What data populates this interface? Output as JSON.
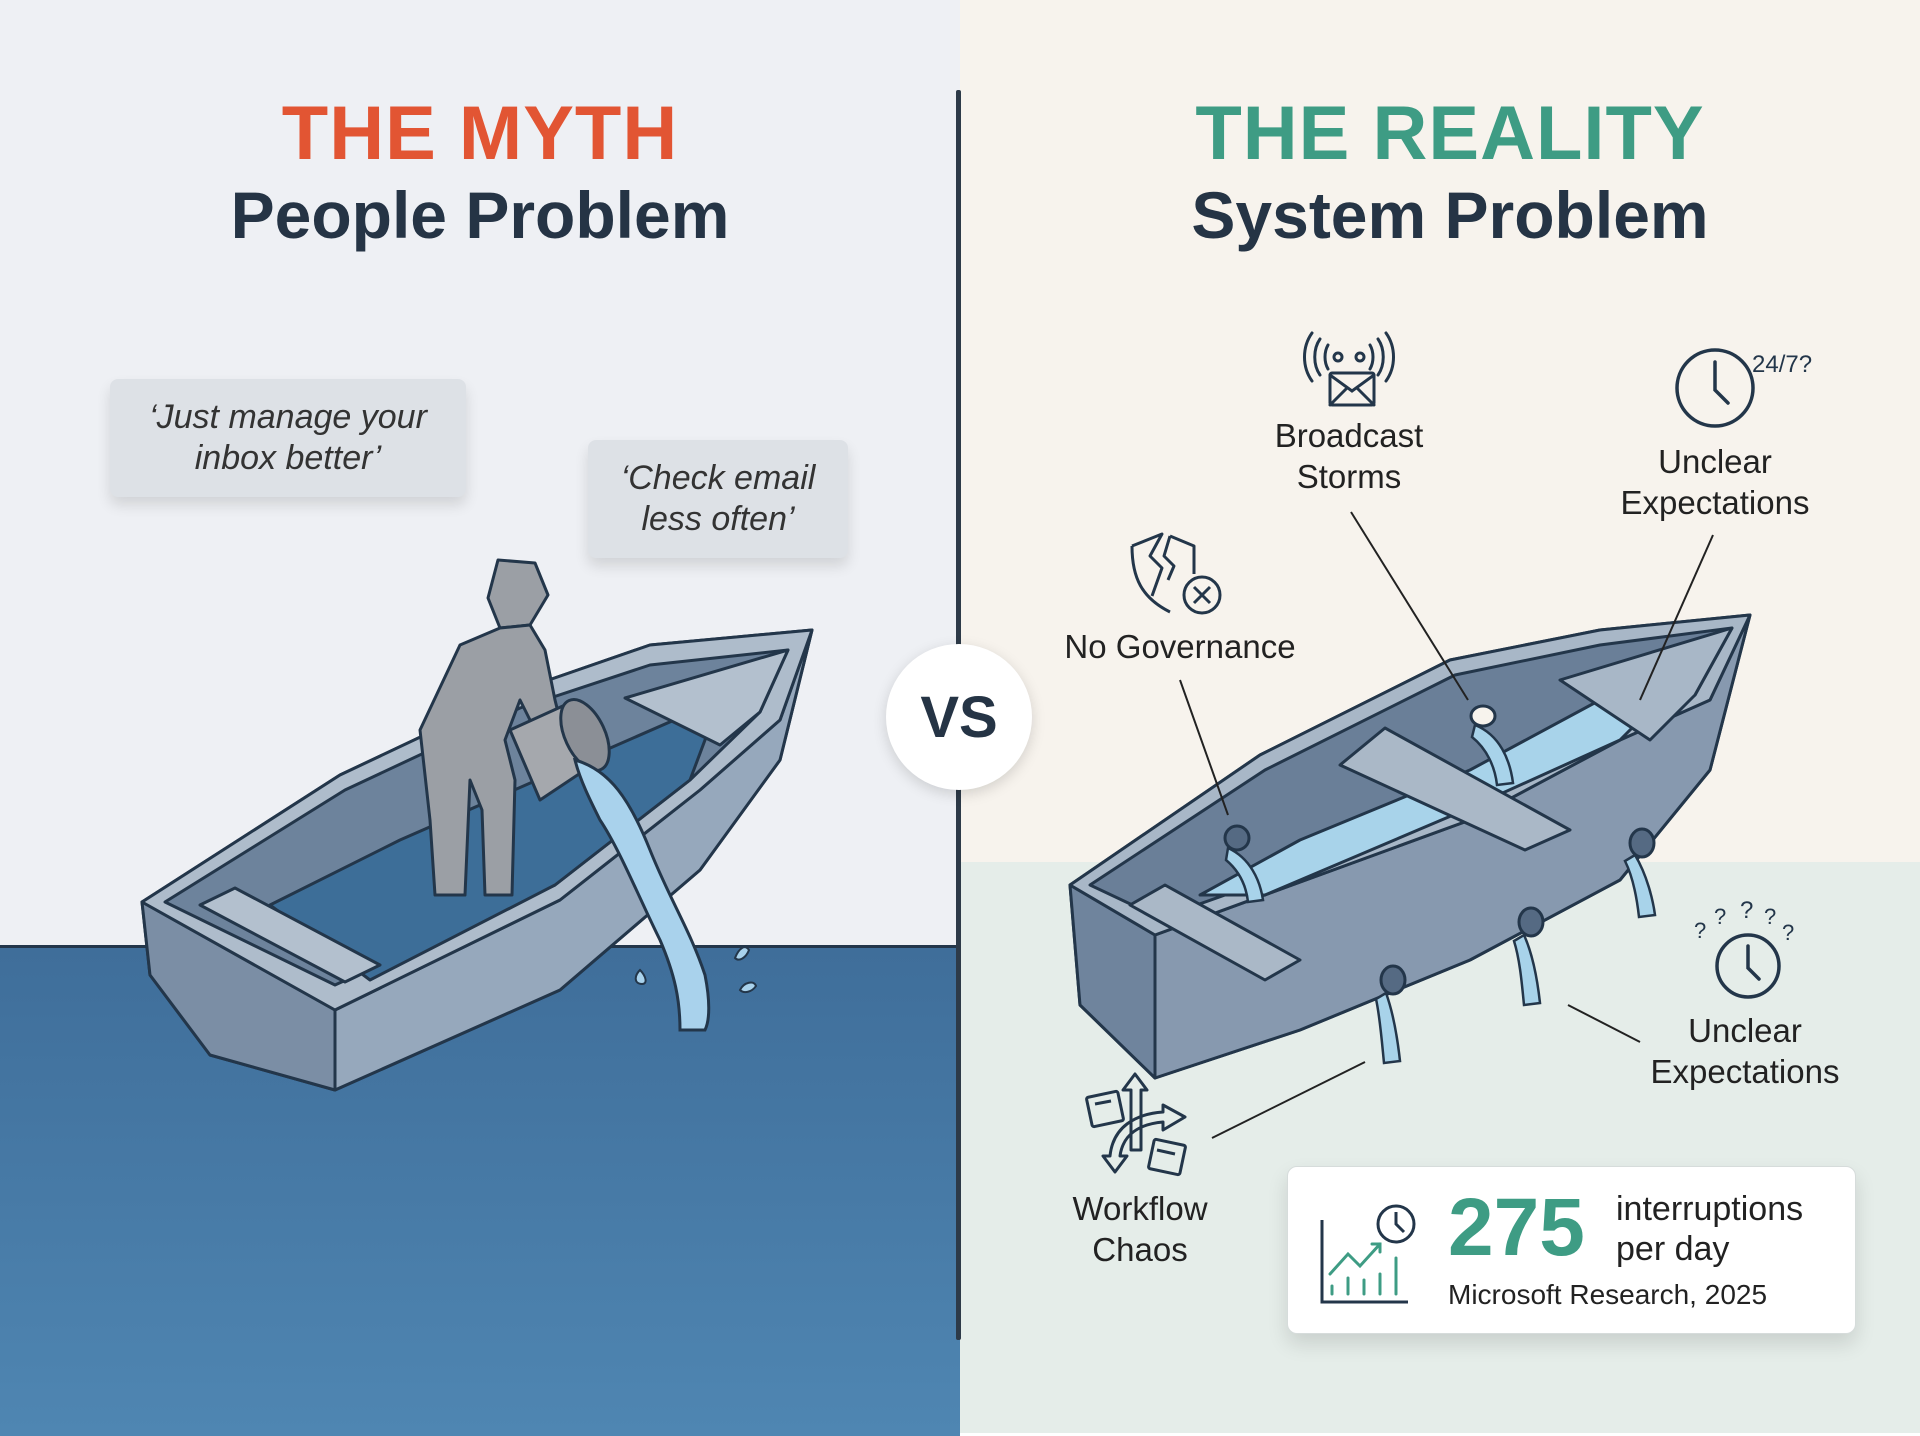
{
  "left": {
    "kicker": "THE MYTH",
    "subtitle": "People Problem",
    "kicker_color": "#e25533",
    "quotes": [
      {
        "line1": "‘Just manage your",
        "line2": "inbox better’"
      },
      {
        "line1": "‘Check email",
        "line2": "less often’"
      }
    ]
  },
  "vs_label": "VS",
  "right": {
    "kicker": "THE REALITY",
    "subtitle": "System Problem",
    "kicker_color": "#3e9c84",
    "callouts": [
      {
        "line1": "Broadcast",
        "line2": "Storms",
        "icon": "broadcast-envelope-icon"
      },
      {
        "line1": "Unclear",
        "line2": "Expectations",
        "icon": "clock-24-7-icon",
        "icon_text": "24/7?"
      },
      {
        "line1": "No Governance",
        "line2": "",
        "icon": "broken-shield-icon"
      },
      {
        "line1": "Unclear",
        "line2": "Expectations",
        "icon": "clock-question-icon",
        "icon_text": "? ? ? ? ?"
      },
      {
        "line1": "Workflow",
        "line2": "Chaos",
        "icon": "workflow-chaos-icon"
      }
    ],
    "stat": {
      "value": "275",
      "unit_line1": "interruptions",
      "unit_line2": "per day",
      "source": "Microsoft Research, 2025",
      "icon": "chart-clock-icon"
    }
  }
}
